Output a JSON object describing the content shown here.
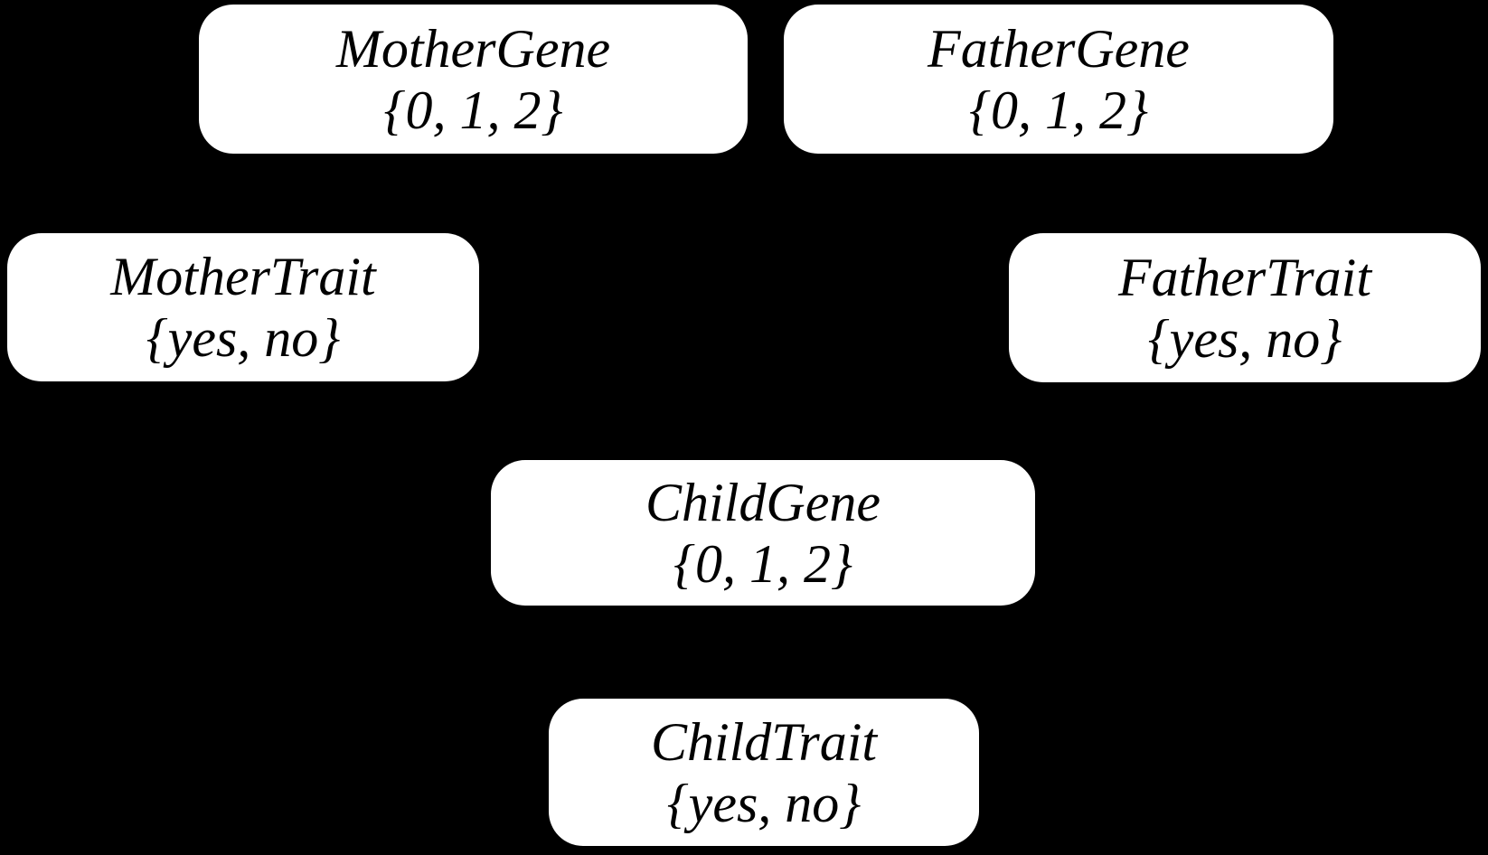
{
  "diagram": {
    "type": "bayesian-network",
    "background_color": "#000000",
    "node_fill_color": "#ffffff",
    "node_text_color": "#000000",
    "nodes": [
      {
        "id": "mother-gene",
        "name": "MotherGene",
        "values": "{0, 1, 2}"
      },
      {
        "id": "father-gene",
        "name": "FatherGene",
        "values": "{0, 1, 2}"
      },
      {
        "id": "mother-trait",
        "name": "MotherTrait",
        "values": "{yes, no}"
      },
      {
        "id": "father-trait",
        "name": "FatherTrait",
        "values": "{yes, no}"
      },
      {
        "id": "child-gene",
        "name": "ChildGene",
        "values": "{0, 1, 2}"
      },
      {
        "id": "child-trait",
        "name": "ChildTrait",
        "values": "{yes, no}"
      }
    ]
  }
}
